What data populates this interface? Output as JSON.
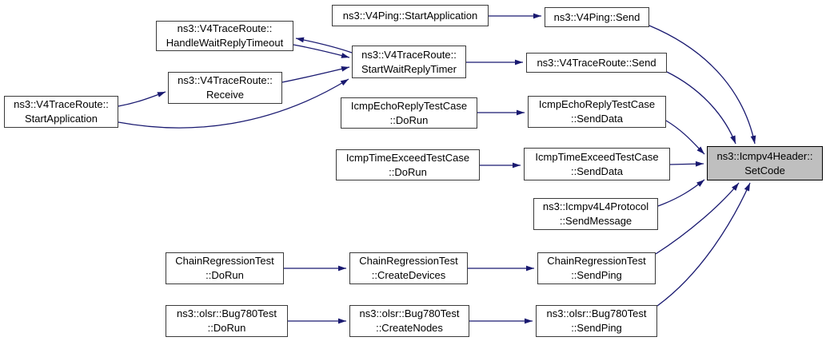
{
  "diagram": {
    "type": "call-graph",
    "edge_color": "#191970",
    "node_border_color": "#3a3a3a",
    "highlight_fill": "#bfbfbf",
    "background": "#ffffff",
    "nodes": {
      "v4ping_startapplication": {
        "line1": "ns3::V4Ping::StartApplication",
        "line2": ""
      },
      "v4ping_send": {
        "line1": "ns3::V4Ping::Send",
        "line2": ""
      },
      "v4traceroute_handlewaitreplytimeout": {
        "line1": "ns3::V4TraceRoute::",
        "line2": "HandleWaitReplyTimeout"
      },
      "v4traceroute_startwaitreplytimer": {
        "line1": "ns3::V4TraceRoute::",
        "line2": "StartWaitReplyTimer"
      },
      "v4traceroute_send": {
        "line1": "ns3::V4TraceRoute::Send",
        "line2": ""
      },
      "v4traceroute_receive": {
        "line1": "ns3::V4TraceRoute::",
        "line2": "Receive"
      },
      "v4traceroute_startapplication": {
        "line1": "ns3::V4TraceRoute::",
        "line2": "StartApplication"
      },
      "icmpechoreplytestcase_dorun": {
        "line1": "IcmpEchoReplyTestCase",
        "line2": "::DoRun"
      },
      "icmpechoreplytestcase_senddata": {
        "line1": "IcmpEchoReplyTestCase",
        "line2": "::SendData"
      },
      "icmptimeexceedtestcase_dorun": {
        "line1": "IcmpTimeExceedTestCase",
        "line2": "::DoRun"
      },
      "icmptimeexceedtestcase_senddata": {
        "line1": "IcmpTimeExceedTestCase",
        "line2": "::SendData"
      },
      "icmpv4l4protocol_sendmessage": {
        "line1": "ns3::Icmpv4L4Protocol",
        "line2": "::SendMessage"
      },
      "chainregressiontest_dorun": {
        "line1": "ChainRegressionTest",
        "line2": "::DoRun"
      },
      "chainregressiontest_createdevices": {
        "line1": "ChainRegressionTest",
        "line2": "::CreateDevices"
      },
      "chainregressiontest_sendping": {
        "line1": "ChainRegressionTest",
        "line2": "::SendPing"
      },
      "bug780test_dorun": {
        "line1": "ns3::olsr::Bug780Test",
        "line2": "::DoRun"
      },
      "bug780test_createnodes": {
        "line1": "ns3::olsr::Bug780Test",
        "line2": "::CreateNodes"
      },
      "bug780test_sendping": {
        "line1": "ns3::olsr::Bug780Test",
        "line2": "::SendPing"
      },
      "icmpv4header_setcode": {
        "line1": "ns3::Icmpv4Header::",
        "line2": "SetCode",
        "highlighted": true
      }
    },
    "edges": [
      {
        "from": "v4ping_startapplication",
        "to": "v4ping_send"
      },
      {
        "from": "v4ping_send",
        "to": "icmpv4header_setcode"
      },
      {
        "from": "v4traceroute_startwaitreplytimer",
        "to": "v4traceroute_handlewaitreplytimeout"
      },
      {
        "from": "v4traceroute_handlewaitreplytimeout",
        "to": "v4traceroute_startwaitreplytimer"
      },
      {
        "from": "v4traceroute_receive",
        "to": "v4traceroute_startwaitreplytimer"
      },
      {
        "from": "v4traceroute_startapplication",
        "to": "v4traceroute_receive"
      },
      {
        "from": "v4traceroute_startapplication",
        "to": "v4traceroute_startwaitreplytimer"
      },
      {
        "from": "v4traceroute_startwaitreplytimer",
        "to": "v4traceroute_send"
      },
      {
        "from": "v4traceroute_send",
        "to": "icmpv4header_setcode"
      },
      {
        "from": "icmpechoreplytestcase_dorun",
        "to": "icmpechoreplytestcase_senddata"
      },
      {
        "from": "icmpechoreplytestcase_senddata",
        "to": "icmpv4header_setcode"
      },
      {
        "from": "icmptimeexceedtestcase_dorun",
        "to": "icmptimeexceedtestcase_senddata"
      },
      {
        "from": "icmptimeexceedtestcase_senddata",
        "to": "icmpv4header_setcode"
      },
      {
        "from": "icmpv4l4protocol_sendmessage",
        "to": "icmpv4header_setcode"
      },
      {
        "from": "chainregressiontest_dorun",
        "to": "chainregressiontest_createdevices"
      },
      {
        "from": "chainregressiontest_createdevices",
        "to": "chainregressiontest_sendping"
      },
      {
        "from": "chainregressiontest_sendping",
        "to": "icmpv4header_setcode"
      },
      {
        "from": "bug780test_dorun",
        "to": "bug780test_createnodes"
      },
      {
        "from": "bug780test_createnodes",
        "to": "bug780test_sendping"
      },
      {
        "from": "bug780test_sendping",
        "to": "icmpv4header_setcode"
      }
    ]
  }
}
